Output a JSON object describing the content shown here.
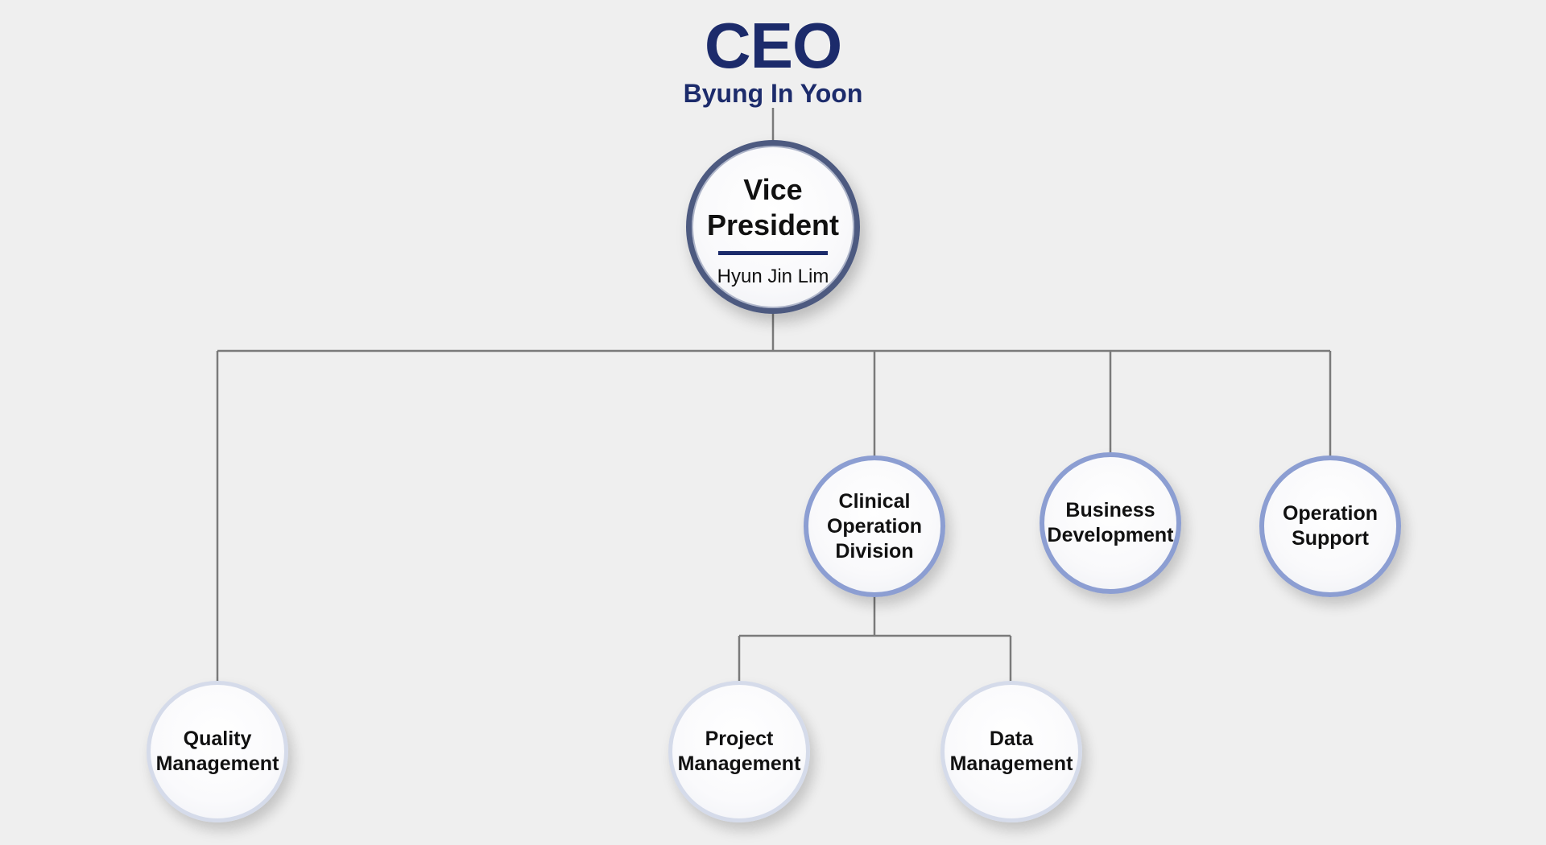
{
  "header": {
    "title": "CEO",
    "name": "Byung In Yoon"
  },
  "vice_president": {
    "title": "Vice\nPresident",
    "name": "Hyun Jin Lim"
  },
  "divisions": {
    "clinical_operation": "Clinical\nOperation\nDivision",
    "business_development": "Business\nDevelopment",
    "operation_support": "Operation\nSupport",
    "quality_management": "Quality\nManagement",
    "project_management": "Project\nManagement",
    "data_management": "Data\nManagement"
  },
  "colors": {
    "background": "#efefef",
    "title_navy": "#1c2b6b",
    "vp_ring": "#4d5a80",
    "division_ring": "#8c9ed2",
    "sub_ring": "#d5dbea",
    "connector": "#7a7a7a"
  }
}
